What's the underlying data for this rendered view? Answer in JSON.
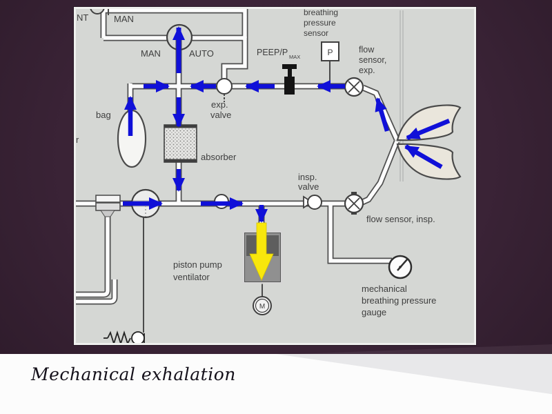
{
  "slide": {
    "caption": "Mechanical exhalation"
  },
  "diagram": {
    "labels": {
      "nt_fragment": "NT",
      "man_box": "MAN",
      "man": "MAN",
      "auto": "AUTO",
      "peep": "PEEP/P",
      "peep_sub": "MAX",
      "breathing_pressure_sensor": [
        "breathing",
        "pressure",
        "sensor"
      ],
      "pressure_sensor_symbol": "P",
      "flow_sensor_exp": [
        "flow",
        "sensor,",
        "exp."
      ],
      "bag": "bag",
      "exp_valve": [
        "exp.",
        "valve"
      ],
      "absorber": "absorber",
      "insp_valve": [
        "insp.",
        "valve"
      ],
      "flow_sensor_insp": "flow sensor, insp.",
      "piston_pump": [
        "piston pump",
        "ventilator"
      ],
      "pressure_gauge": [
        "mechanical",
        "breathing pressure",
        "gauge"
      ],
      "motor_symbol": "M",
      "left_edge_fragment": "r"
    },
    "colors": {
      "exhalation_flow_arrow": "#1010d8",
      "piston_motion_arrow": "#f8e70c",
      "diagram_background": "#d5d7d4",
      "slide_background": "#3a2336"
    }
  }
}
